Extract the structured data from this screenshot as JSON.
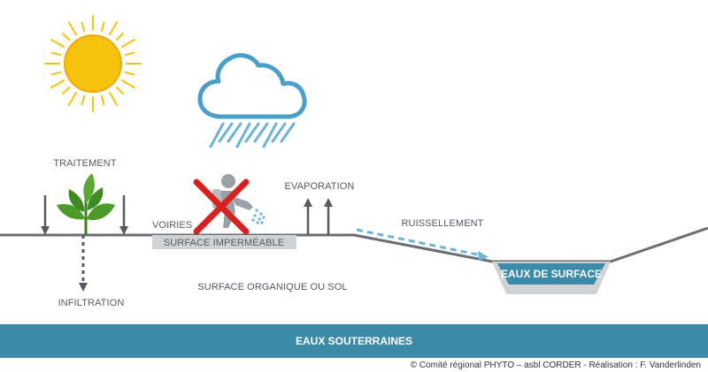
{
  "labels": {
    "traitement": "TRAITEMENT",
    "infiltration": "INFILTRATION",
    "voiries": "VOIRIES",
    "surface_impermeable": "SURFACE IMPERMÉABLE",
    "evaporation": "EVAPORATION",
    "ruissellement": "RUISSELLEMENT",
    "eaux_de_surface": "EAUX DE SURFACE",
    "surface_organique": "SURFACE ORGANIQUE OU SOL",
    "eaux_souterraines": "EAUX SOUTERRAINES"
  },
  "credit": "© Comité régional PHYTO – asbl CORDER - Réalisation : F. Vanderlinden",
  "colors": {
    "sun": "#f7c20c",
    "cloud_stroke": "#4a9fc8",
    "rain": "#6db3d8",
    "ground": "#6b6f73",
    "water": "#3a8aa8",
    "water_light": "#cfd3d6",
    "plant": "#4c9a2a",
    "cross": "#d8201f",
    "person": "#9aa0a6"
  },
  "icons": [
    "sun-icon",
    "cloud-rain-icon",
    "plant-icon",
    "person-spraying-icon",
    "cross-icon"
  ]
}
